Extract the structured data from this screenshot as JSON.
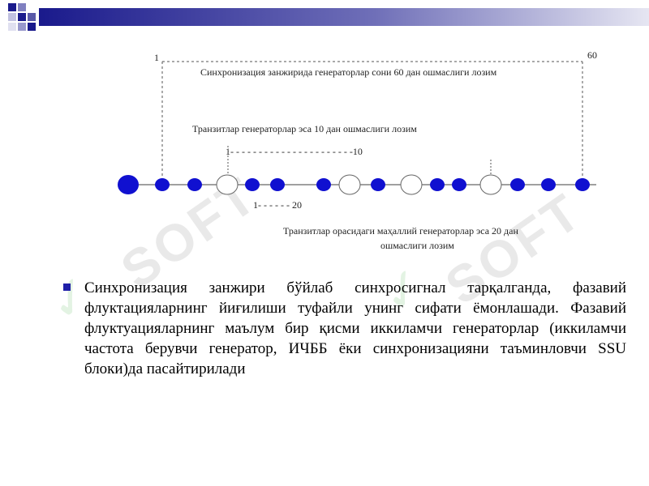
{
  "slide": {
    "colors": {
      "header_dark": "#1a1a8c",
      "header_light": "#d8d8ec",
      "node_blue": "#1010d0",
      "line": "#808080"
    },
    "diagram": {
      "label_start": "1",
      "label_end": "60",
      "top_caption": "Синхронизация  занжирида генераторлар сони 60 дан ошмаслиги лозим",
      "transit_caption": "Транзитлар генераторлар эса 10 дан ошмаслиги лозим",
      "transit_range": "1- - - - - - - - - - - - - - - - - - - - - -10",
      "local_range": "1- - - - - -  20",
      "bottom_caption_line1": "Транзитлар орасидаги маҳаллий генераторлар эса 20 дан",
      "bottom_caption_line2": "ошмаслиги лозим"
    },
    "bullet": {
      "text": "Синхронизация занжири бўйлаб синхросигнал тарқалганда, фазавий флуктацияларнинг йиғилиши туфайли унинг сифати ёмонлашади. Фазавий флуктуацияларнинг маълум бир қисми иккиламчи генераторлар (иккиламчи частота берувчи генератор, ИЧББ ёки синхронизацияни таъминловчи SSU блоки)да пасайтирилади"
    }
  }
}
